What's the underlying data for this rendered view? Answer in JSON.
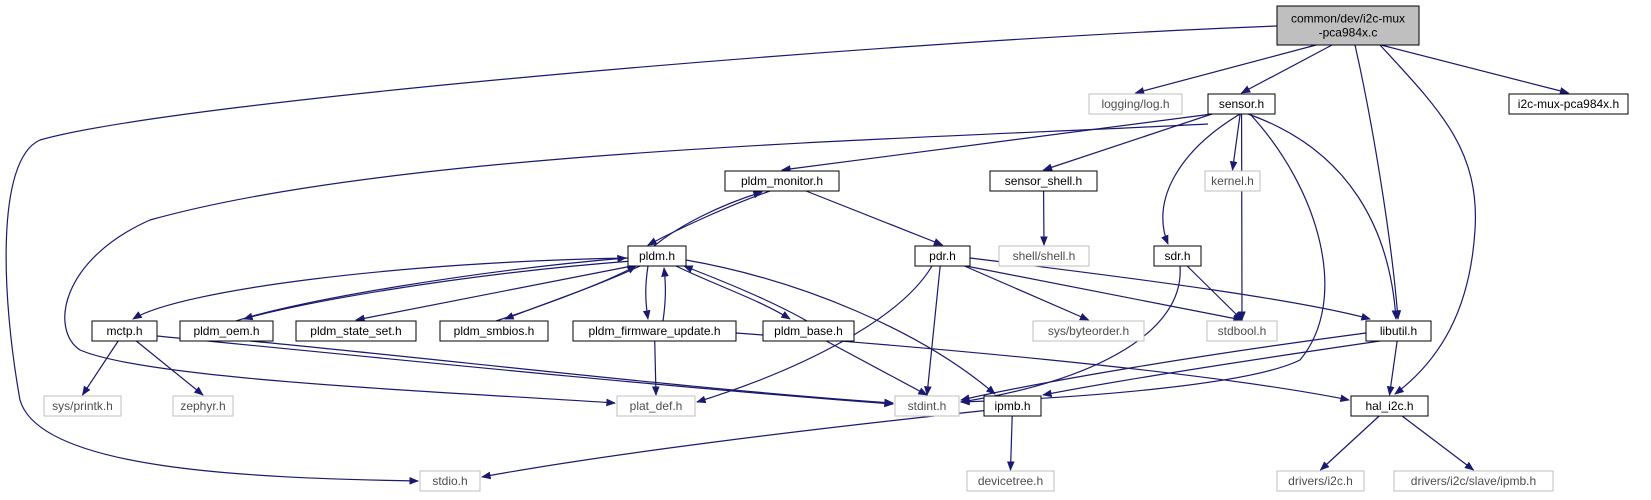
{
  "colors": {
    "edge": "#191970",
    "node_border": "#000000",
    "node_fill": "#ffffff",
    "root_fill": "#bfbfbf",
    "external_border": "#bfbfbf",
    "external_text": "#4d4d4d",
    "text": "#000000"
  },
  "nodes": {
    "root": [
      "common/dev/i2c-mux",
      "-pca984x.c"
    ],
    "logging_log_h": "logging/log.h",
    "sensor_h": "sensor.h",
    "i2c_mux_pca984x_h": "i2c-mux-pca984x.h",
    "pldm_monitor_h": "pldm_monitor.h",
    "sensor_shell_h": "sensor_shell.h",
    "kernel_h": "kernel.h",
    "shell_shell_h": "shell/shell.h",
    "pldm_h": "pldm.h",
    "pdr_h": "pdr.h",
    "sdr_h": "sdr.h",
    "mctp_h": "mctp.h",
    "pldm_oem_h": "pldm_oem.h",
    "pldm_state_set_h": "pldm_state_set.h",
    "pldm_smbios_h": "pldm_smbios.h",
    "pldm_firmware_update_h": "pldm_firmware_update.h",
    "pldm_base_h": "pldm_base.h",
    "sys_byteorder_h": "sys/byteorder.h",
    "stdbool_h": "stdbool.h",
    "libutil_h": "libutil.h",
    "sys_printk_h": "sys/printk.h",
    "zephyr_h": "zephyr.h",
    "plat_def_h": "plat_def.h",
    "stdint_h": "stdint.h",
    "ipmb_h": "ipmb.h",
    "hal_i2c_h": "hal_i2c.h",
    "stdio_h": "stdio.h",
    "devicetree_h": "devicetree.h",
    "drivers_i2c_h": "drivers/i2c.h",
    "drivers_i2c_slave_ipmb_h": "drivers/i2c/slave/ipmb.h"
  },
  "edges": [
    [
      "root",
      "logging_log_h"
    ],
    [
      "root",
      "sensor_h"
    ],
    [
      "root",
      "i2c_mux_pca984x_h"
    ],
    [
      "root",
      "libutil_h"
    ],
    [
      "root",
      "hal_i2c_h"
    ],
    [
      "root",
      "stdio_h"
    ],
    [
      "sensor_h",
      "pldm_monitor_h"
    ],
    [
      "sensor_h",
      "sensor_shell_h"
    ],
    [
      "sensor_h",
      "kernel_h"
    ],
    [
      "sensor_h",
      "sdr_h"
    ],
    [
      "sensor_h",
      "stdbool_h"
    ],
    [
      "sensor_h",
      "stdint_h"
    ],
    [
      "sensor_h",
      "libutil_h"
    ],
    [
      "sensor_h",
      "plat_def_h"
    ],
    [
      "sensor_shell_h",
      "shell_shell_h"
    ],
    [
      "pldm_monitor_h",
      "pldm_h"
    ],
    [
      "pldm_monitor_h",
      "pdr_h"
    ],
    [
      "pldm_h",
      "pldm_monitor_h"
    ],
    [
      "pldm_h",
      "mctp_h"
    ],
    [
      "pldm_h",
      "pldm_oem_h"
    ],
    [
      "pldm_h",
      "pldm_state_set_h"
    ],
    [
      "pldm_h",
      "pldm_smbios_h"
    ],
    [
      "pldm_h",
      "pldm_firmware_update_h"
    ],
    [
      "pldm_h",
      "pldm_base_h"
    ],
    [
      "pldm_h",
      "ipmb_h"
    ],
    [
      "pldm_oem_h",
      "pldm_h"
    ],
    [
      "pldm_smbios_h",
      "pldm_h"
    ],
    [
      "pldm_firmware_update_h",
      "pldm_h"
    ],
    [
      "pldm_base_h",
      "pldm_h"
    ],
    [
      "pdr_h",
      "plat_def_h"
    ],
    [
      "pdr_h",
      "stdint_h"
    ],
    [
      "pdr_h",
      "sys_byteorder_h"
    ],
    [
      "pdr_h",
      "stdbool_h"
    ],
    [
      "pdr_h",
      "libutil_h"
    ],
    [
      "sdr_h",
      "stdbool_h"
    ],
    [
      "sdr_h",
      "stdint_h"
    ],
    [
      "mctp_h",
      "sys_printk_h"
    ],
    [
      "mctp_h",
      "zephyr_h"
    ],
    [
      "mctp_h",
      "stdint_h"
    ],
    [
      "pldm_oem_h",
      "stdint_h"
    ],
    [
      "pldm_firmware_update_h",
      "plat_def_h"
    ],
    [
      "pldm_firmware_update_h",
      "hal_i2c_h"
    ],
    [
      "pldm_base_h",
      "stdint_h"
    ],
    [
      "libutil_h",
      "stdint_h"
    ],
    [
      "libutil_h",
      "ipmb_h"
    ],
    [
      "libutil_h",
      "hal_i2c_h"
    ],
    [
      "ipmb_h",
      "stdio_h"
    ],
    [
      "ipmb_h",
      "devicetree_h"
    ],
    [
      "hal_i2c_h",
      "drivers_i2c_h"
    ],
    [
      "hal_i2c_h",
      "drivers_i2c_slave_ipmb_h"
    ]
  ]
}
